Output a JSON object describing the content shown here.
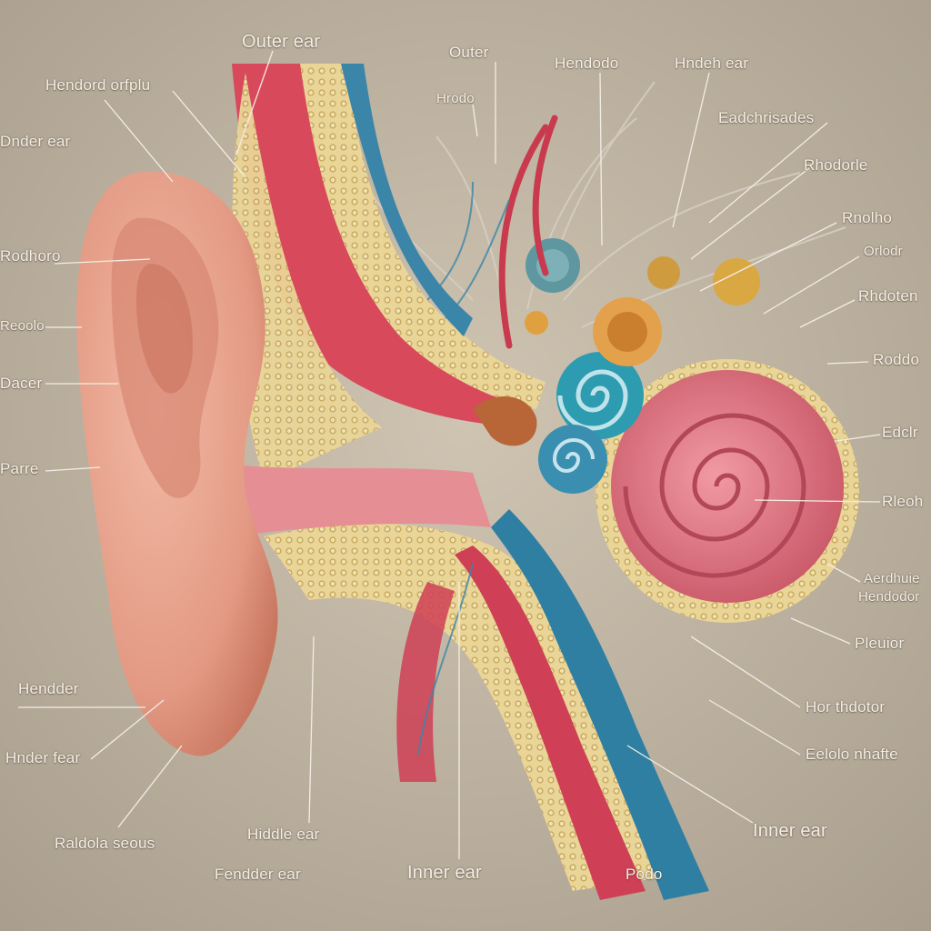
{
  "labels": [
    "Outer ear",
    "Outer",
    "Hendodo",
    "Hndeh ear",
    "Hendord orfplu",
    "Hrodo",
    "Eadchrisades",
    "Dnder ear",
    "Rhodorle",
    "Rnolho",
    "Rodhoro",
    "Orlodr",
    "Rhdoten",
    "Reoolo",
    "Roddo",
    "Dacer",
    "Edclr",
    "Parre",
    "Rleoh",
    "Aerdhuie",
    "Hendodor",
    "Hendder",
    "Pleuior",
    "Hor thdotor",
    "Hnder fear",
    "Eelolo nhafte",
    "Hiddle ear",
    "Inner ear",
    "Raldola seous",
    "Fendder ear",
    "Inner ear",
    "Podo"
  ],
  "palette": {
    "background": "#bcb2a3",
    "skin": "#e8a38e",
    "bone": "#e6d08e",
    "artery": "#cf3f55",
    "vein": "#3b86a8",
    "cochlea": "#d86a78",
    "ossicle": "#e2a44a",
    "canal": "#4aa3b5",
    "leader": "#f2ede4"
  },
  "icons": [
    "ear-anatomy-illustration"
  ]
}
